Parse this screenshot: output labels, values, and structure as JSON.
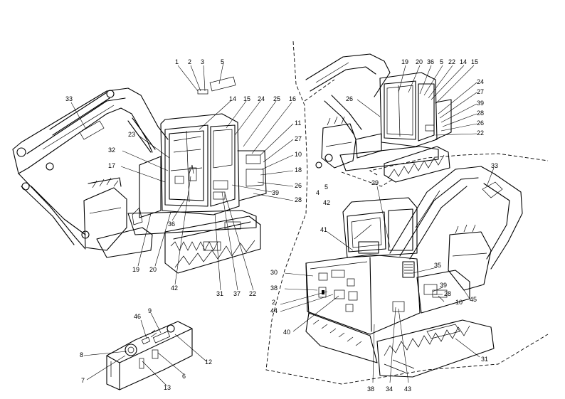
{
  "callouts": {
    "c1": "1",
    "c2": "2",
    "c3": "3",
    "c5": "5",
    "c33": "33",
    "c15": "15",
    "c24": "24",
    "c25": "25",
    "c16": "16",
    "c14": "14",
    "c23": "23",
    "c11": "11",
    "c27": "27",
    "c10": "10",
    "c18": "18",
    "c26": "26",
    "c39": "39",
    "c28": "28",
    "c32": "32",
    "c17": "17",
    "c36": "36",
    "c19": "19",
    "c20": "20",
    "c42": "42",
    "c31": "31",
    "c37": "37",
    "c22": "22",
    "r19": "19",
    "r20": "20",
    "r36": "36",
    "r5": "5",
    "r22": "22",
    "r14": "14",
    "r15": "15",
    "r24": "24",
    "r26a": "26",
    "r27": "27",
    "r39": "39",
    "r28": "28",
    "r26b": "26",
    "r22b": "22",
    "k4": "4",
    "k5": "5",
    "k42": "42",
    "r29": "29",
    "r33": "33",
    "r41": "41",
    "r30": "30",
    "r38": "38",
    "r2": "2",
    "r44": "44",
    "r40": "40",
    "r35": "35",
    "r39b": "39",
    "r28b": "28",
    "r10": "10",
    "r45": "45",
    "r31": "31",
    "r38b": "38",
    "r34": "34",
    "r43": "43",
    "b46": "46",
    "b9": "9",
    "b8": "8",
    "b12": "12",
    "b7": "7",
    "b6": "6",
    "b13": "13"
  }
}
